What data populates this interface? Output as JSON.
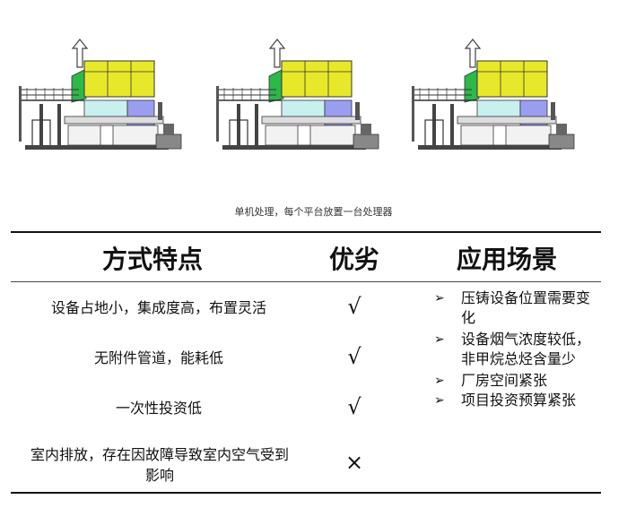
{
  "caption": "单机处理，每个平台放置一台处理器",
  "table": {
    "headers": {
      "feature": "方式特点",
      "pros": "优劣",
      "application": "应用场景"
    },
    "rows": [
      {
        "feature": "设备占地小，集成度高，布置灵活",
        "mark": "√"
      },
      {
        "feature": "无附件管道，能耗低",
        "mark": "√"
      },
      {
        "feature": "一次性投资低",
        "mark": "√"
      },
      {
        "feature": "室内排放，存在因故障导致室内空气受到影响",
        "mark": "×"
      }
    ],
    "application_items": [
      "压铸设备位置需要变化",
      "设备烟气浓度较低，非甲烷总烃含量少",
      "厂房空间紧张",
      "项目投资预算紧张"
    ],
    "bullet_symbol": "➢"
  },
  "colors": {
    "processor_yellow": "#e8e82a",
    "processor_green": "#2db84a",
    "base_cyan": "#c8f0ee",
    "base_purple": "#9a9ef0",
    "rule_black": "#111111"
  }
}
